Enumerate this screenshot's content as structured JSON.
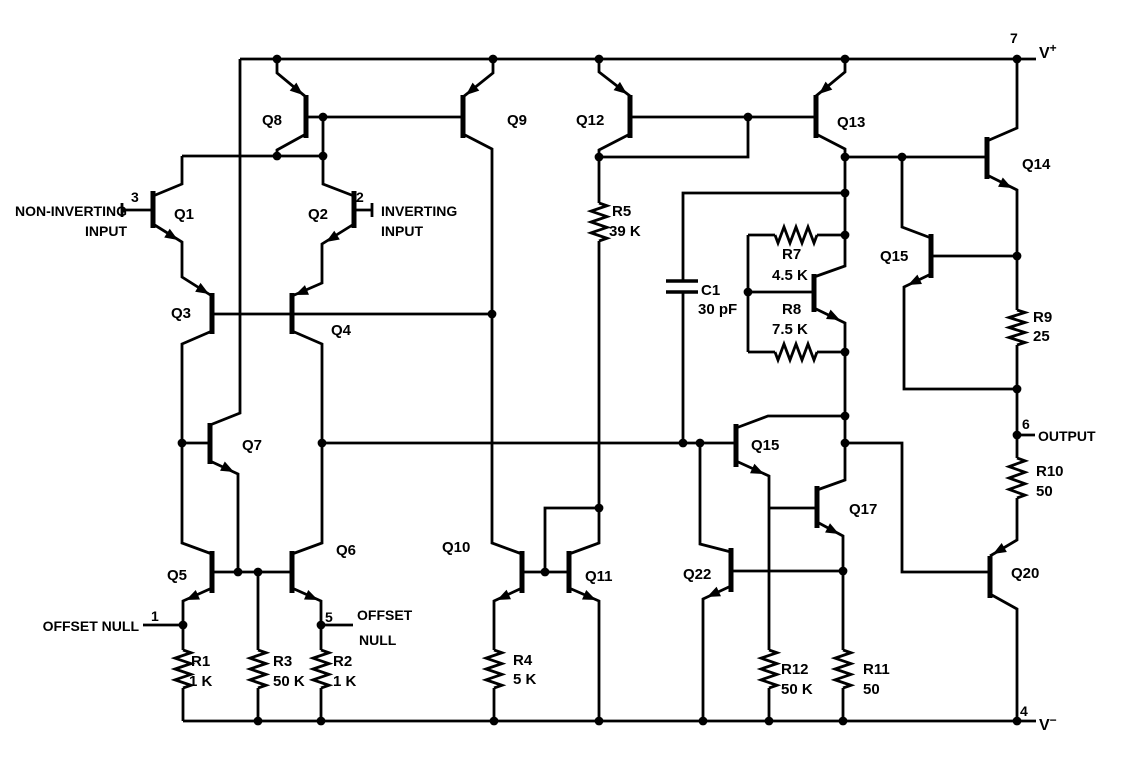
{
  "schematic": {
    "title": "Operational amplifier internal schematic",
    "colors": {
      "line": "#000000",
      "background": "#ffffff"
    }
  },
  "pins": {
    "pin1": {
      "number": "1",
      "label": "OFFSET NULL"
    },
    "pin2": {
      "number": "2",
      "label_line1": "INVERTING",
      "label_line2": "INPUT"
    },
    "pin3": {
      "number": "3",
      "label_line1": "NON-INVERTING",
      "label_line2": "INPUT"
    },
    "pin4": {
      "number": "4",
      "label": "V",
      "sign": "−"
    },
    "pin5": {
      "number": "5",
      "label_line1": "OFFSET",
      "label_line2": "NULL"
    },
    "pin6": {
      "number": "6",
      "label": "OUTPUT"
    },
    "pin7": {
      "number": "7",
      "label": "V",
      "sign": "+"
    }
  },
  "transistors": {
    "q1": "Q1",
    "q2": "Q2",
    "q3": "Q3",
    "q4": "Q4",
    "q5": "Q5",
    "q6": "Q6",
    "q7": "Q7",
    "q8": "Q8",
    "q9": "Q9",
    "q10": "Q10",
    "q11": "Q11",
    "q12": "Q12",
    "q13": "Q13",
    "q14": "Q14",
    "q15_upper": "Q15",
    "q15_mid": "Q15",
    "q17": "Q17",
    "q20": "Q20",
    "q22": "Q22"
  },
  "resistors": {
    "r1": {
      "name": "R1",
      "value": "1 K"
    },
    "r2": {
      "name": "R2",
      "value": "1 K"
    },
    "r3": {
      "name": "R3",
      "value": "50 K"
    },
    "r4": {
      "name": "R4",
      "value": "5 K"
    },
    "r5": {
      "name": "R5",
      "value": "39 K"
    },
    "r7": {
      "name": "R7",
      "value": "4.5 K"
    },
    "r8": {
      "name": "R8",
      "value": "7.5 K"
    },
    "r9": {
      "name": "R9",
      "value": "25"
    },
    "r10": {
      "name": "R10",
      "value": "50"
    },
    "r11": {
      "name": "R11",
      "value": "50"
    },
    "r12": {
      "name": "R12",
      "value": "50 K"
    }
  },
  "capacitors": {
    "c1": {
      "name": "C1",
      "value": "30 pF"
    }
  }
}
